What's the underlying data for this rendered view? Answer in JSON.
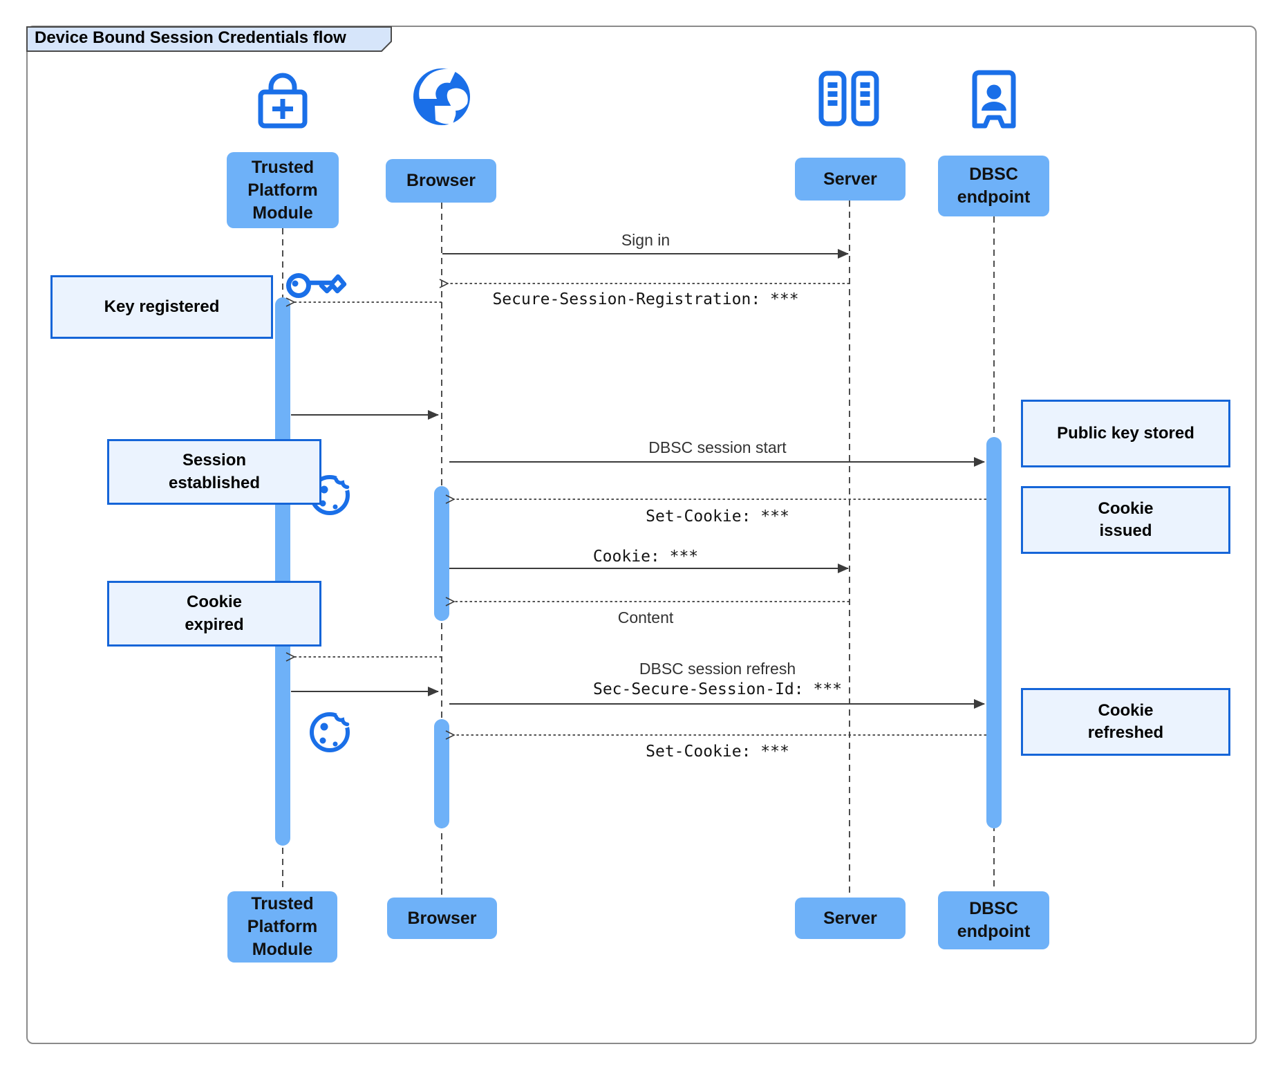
{
  "title": "Device Bound Session Credentials flow",
  "colors": {
    "actor_fill": "#6eb1f8",
    "activation_fill": "#6eb1f8",
    "icon_blue": "#1a6fe8",
    "note_fill": "#ebf3fe",
    "note_border": "#1565d8",
    "title_tab_fill": "#d6e5fa",
    "arrow": "#3b3b3b",
    "lifeline": "#4d4d4d"
  },
  "actors": {
    "tpm": {
      "label": "Trusted\nPlatform\nModule",
      "icon": "lock-plus-icon"
    },
    "browser": {
      "label": "Browser",
      "icon": "globe-icon"
    },
    "server": {
      "label": "Server",
      "icon": "server-icon"
    },
    "dbsc": {
      "label": "DBSC\nendpoint",
      "icon": "doorway-user-icon"
    }
  },
  "messages": {
    "sign_in": "Sign in",
    "secure_session_registration": "Secure-Session-Registration: ***",
    "dbsc_session_start": "DBSC session start",
    "set_cookie_1": "Set-Cookie: ***",
    "cookie": "Cookie: ***",
    "content": "Content",
    "dbsc_session_refresh": "DBSC session refresh",
    "sec_secure_session_id": "Sec-Secure-Session-Id: ***",
    "set_cookie_2": "Set-Cookie: ***"
  },
  "notes": {
    "key_registered": "Key registered",
    "session_established": "Session\nestablished",
    "cookie_expired": "Cookie\nexpired",
    "public_key_stored": "Public key stored",
    "cookie_issued": "Cookie\nissued",
    "cookie_refreshed": "Cookie\nrefreshed"
  },
  "icons": [
    "lock-plus-icon",
    "globe-icon",
    "server-icon",
    "doorway-user-icon",
    "key-icon",
    "cookie-icon"
  ]
}
